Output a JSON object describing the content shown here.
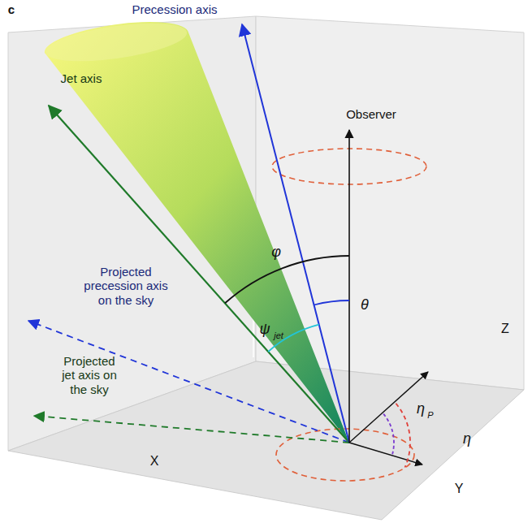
{
  "diagram": {
    "labels": [
      "c",
      "Precession axis",
      "Jet axis",
      "Observer",
      "Z",
      "φ",
      "θ",
      "Projected precession axis on the sky",
      "ψ",
      "jet",
      "η",
      "P",
      "η",
      "Projected jet axis on the sky",
      "X",
      "Y"
    ]
  }
}
